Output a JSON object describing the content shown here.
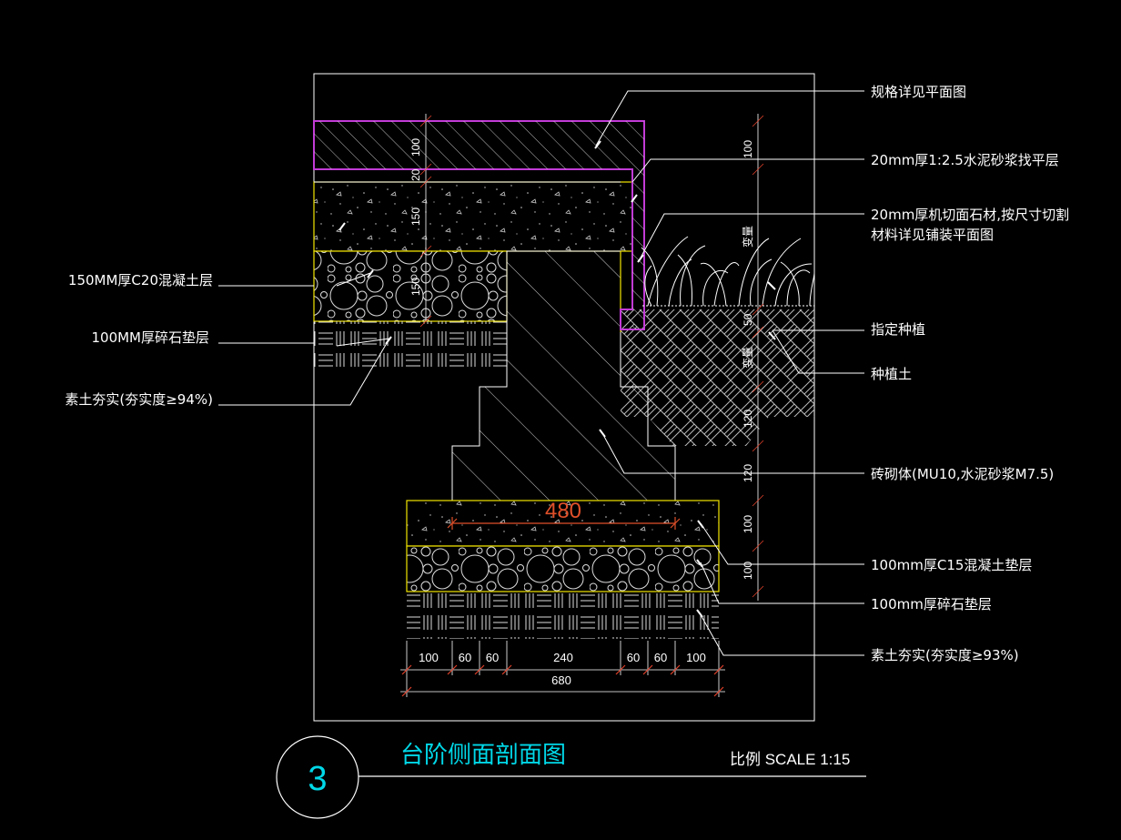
{
  "drawing": {
    "title": "台阶侧面剖面图",
    "scale_label": "比例 SCALE 1:15",
    "number": "3",
    "colors": {
      "background": "#000000",
      "line": "#ffffff",
      "outline": "#f2e600",
      "finish": "#c23bd6",
      "title": "#00d8e8",
      "dimension": "#e0502a",
      "dim_tick": "#e0402a"
    }
  },
  "labels": {
    "spec": "规格详见平面图",
    "mortar": "20mm厚1:2.5水泥砂浆找平层",
    "stone_1": "20mm厚机切面石材,按尺寸切割",
    "stone_2": "材料详见铺装平面图",
    "concrete150": "150MM厚C20混凝土层",
    "gravel100": "100MM厚碎石垫层",
    "soil94": "素土夯实(夯实度≥94%)",
    "planting": "指定种植",
    "soil": "种植土",
    "masonry": "砖砌体(MU10,水泥砂浆M7.5)",
    "concrete_c15": "100mm厚C15混凝土垫层",
    "gravel_bottom": "100mm厚碎石垫层",
    "soil93": "素土夯实(夯实度≥93%)"
  },
  "dimensions": {
    "inner_top": "100",
    "inner_mortar": "20",
    "inner_concrete": "150",
    "inner_gravel": "150",
    "right_top": "100",
    "right_50": "50",
    "right_120a": "120",
    "right_120b": "120",
    "right_100a": "100",
    "right_100b": "100",
    "varies_1": "变量",
    "varies_2": "变量",
    "footing_width": "480",
    "bottom": [
      "100",
      "60",
      "60",
      "240",
      "60",
      "60",
      "100"
    ],
    "total": "680"
  }
}
